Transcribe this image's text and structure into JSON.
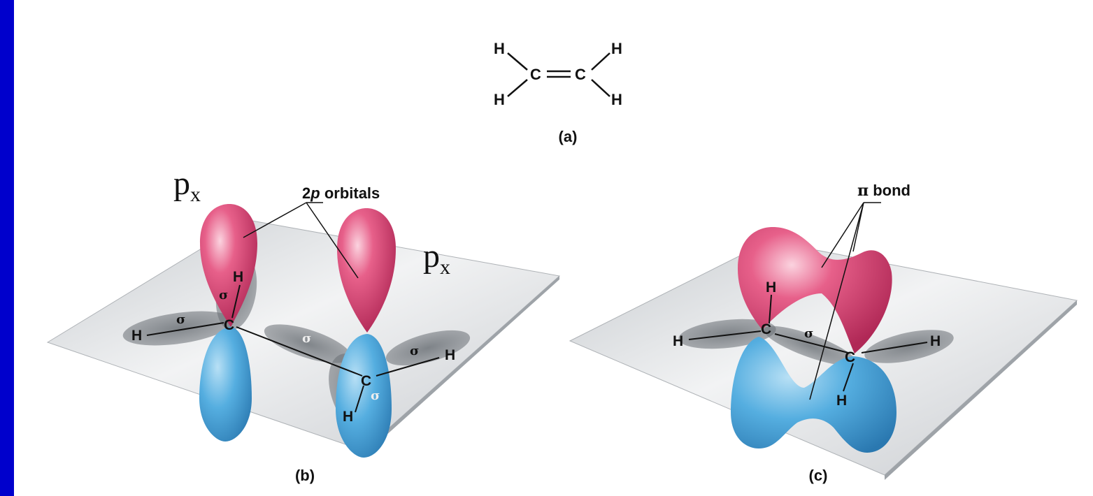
{
  "colors": {
    "background": "#0000cc",
    "orbital_top": "#e0507a",
    "orbital_bottom": "#4ca6dc",
    "plane": "#d9dcdf"
  },
  "panel_a": {
    "caption": "(a)",
    "atoms": {
      "h_top_left": "H",
      "h_bottom_left": "H",
      "c_left": "C",
      "c_right": "C",
      "h_top_right": "H",
      "h_bottom_right": "H"
    }
  },
  "panel_b": {
    "caption": "(b)",
    "callout": "2",
    "callout_italic": "p",
    "callout_rest": " orbitals",
    "px_left": "p",
    "px_left_sub": "x",
    "px_right": "p",
    "px_right_sub": "x",
    "sigma": "σ",
    "h": "H",
    "c": "C"
  },
  "panel_c": {
    "caption": "(c)",
    "callout_symbol": "π",
    "callout_rest": " bond",
    "sigma": "σ",
    "h": "H",
    "c": "C"
  }
}
